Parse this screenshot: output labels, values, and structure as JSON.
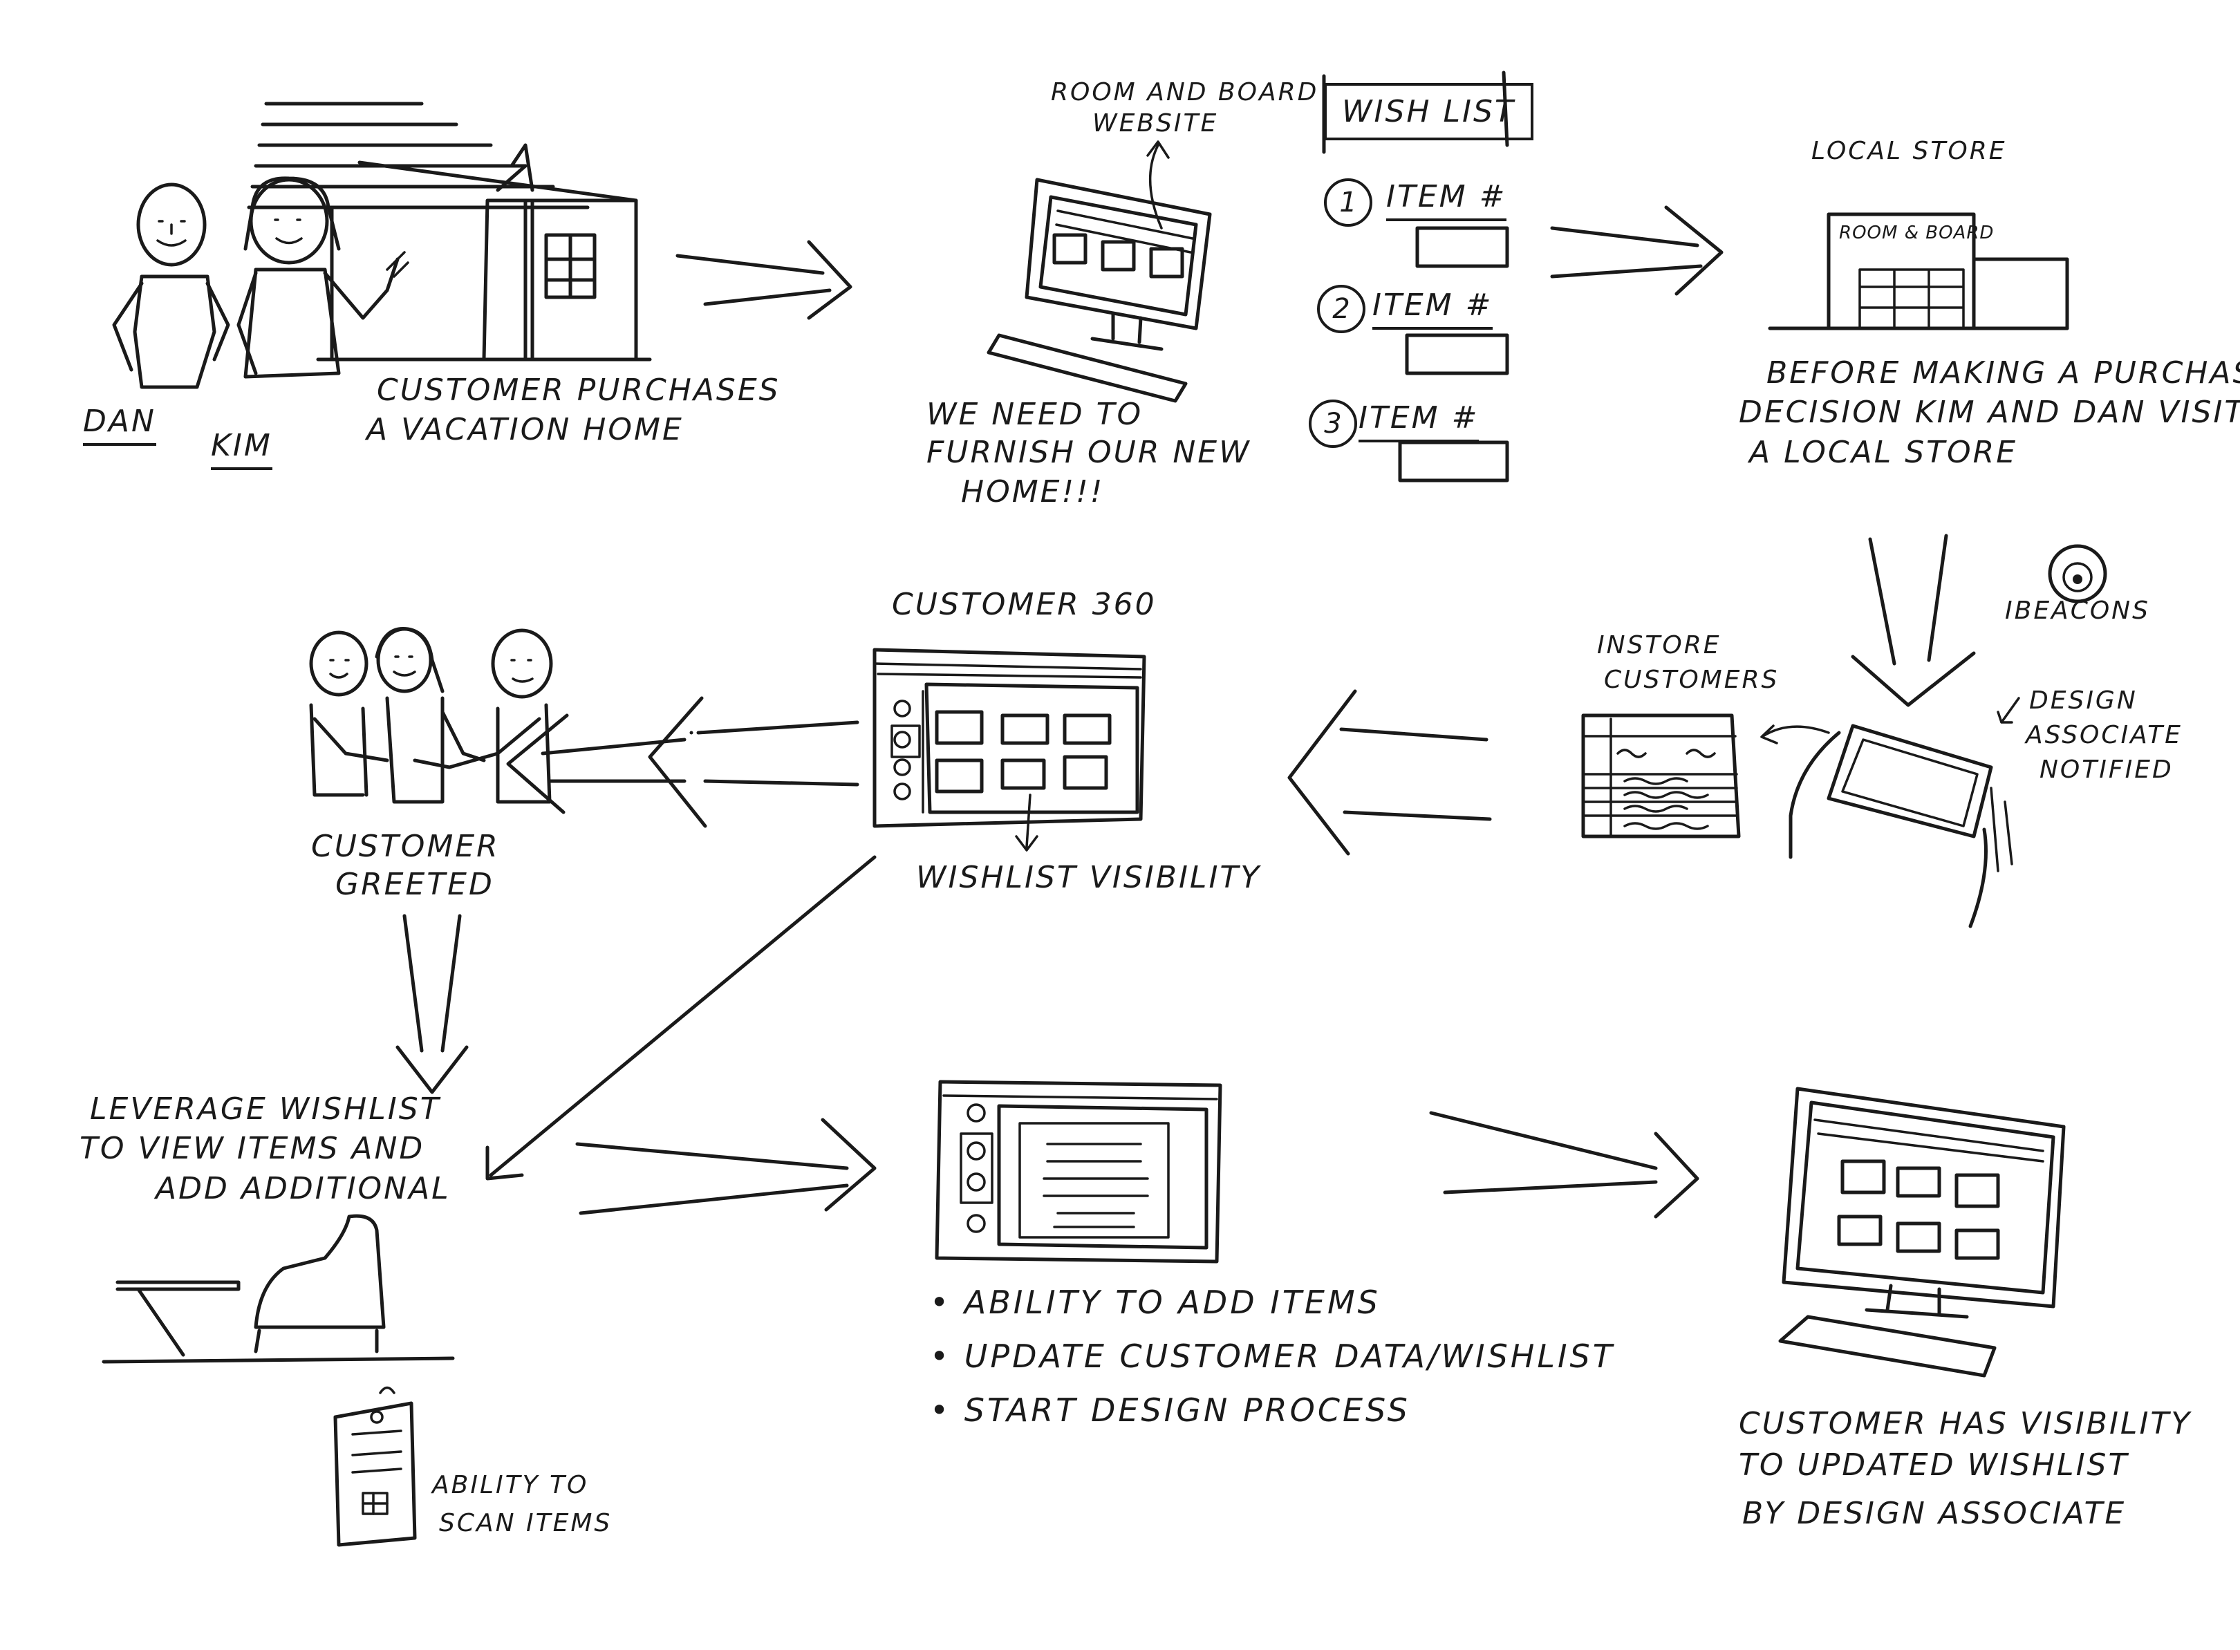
{
  "people": {
    "dan": "Dan",
    "kim": "Kim"
  },
  "scene1": {
    "caption_line1": "Customer Purchases",
    "caption_line2": "A vacation home"
  },
  "website": {
    "label_line1": "Room and Board",
    "label_line2": "Website",
    "caption_line1": "We need to",
    "caption_line2": "furnish our new",
    "caption_line3": "home!!!"
  },
  "wishlist": {
    "title": "Wish List",
    "items": [
      {
        "num": "1",
        "label": "Item #"
      },
      {
        "num": "2",
        "label": "Item #"
      },
      {
        "num": "3",
        "label": "Item #"
      }
    ]
  },
  "store": {
    "title": "Local Store",
    "sign": "Room & Board",
    "caption_line1": "Before making a purchase",
    "caption_line2": "decision Kim and Dan visit",
    "caption_line3": "a local store"
  },
  "ibeacons": {
    "label": "iBeacons"
  },
  "designer": {
    "line1": "Design",
    "line2": "Associate",
    "line3": "Notified"
  },
  "instore": {
    "line1": "Instore",
    "line2": "Customers"
  },
  "customer360": {
    "title": "Customer 360",
    "caption": "Wishlist Visibility"
  },
  "greeted": {
    "line1": "Customer",
    "line2": "Greeted"
  },
  "leverage": {
    "line1": "Leverage Wishlist",
    "line2": "to view items and",
    "line3": "add additional"
  },
  "scan": {
    "line1": "Ability to",
    "line2": "scan items"
  },
  "features": {
    "bullets": [
      "Ability to add items",
      "Update customer data/wishlist",
      "Start design process"
    ]
  },
  "final": {
    "line1": "Customer has visibility",
    "line2": "to updated wishlist",
    "line3": "by design associate"
  }
}
